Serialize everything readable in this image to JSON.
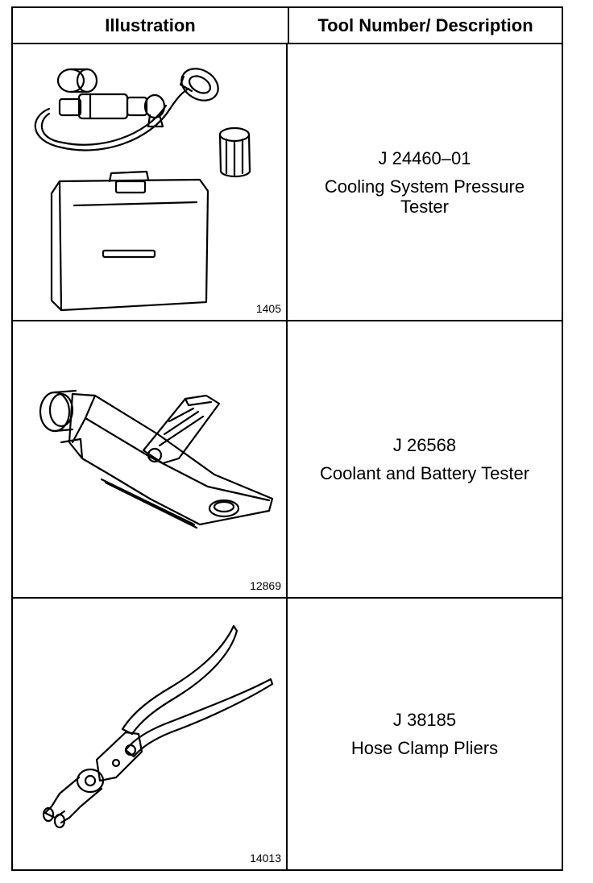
{
  "header": {
    "illustration": "Illustration",
    "tool": "Tool Number/ Description"
  },
  "rows": [
    {
      "fig_number": "1405",
      "tool_number": "J 24460–01",
      "description": "Cooling System Pressure\nTester"
    },
    {
      "fig_number": "12869",
      "tool_number": "J 26568",
      "description": "Coolant and Battery Tester"
    },
    {
      "fig_number": "14013",
      "tool_number": "J 38185",
      "description": "Hose Clamp Pliers"
    }
  ]
}
